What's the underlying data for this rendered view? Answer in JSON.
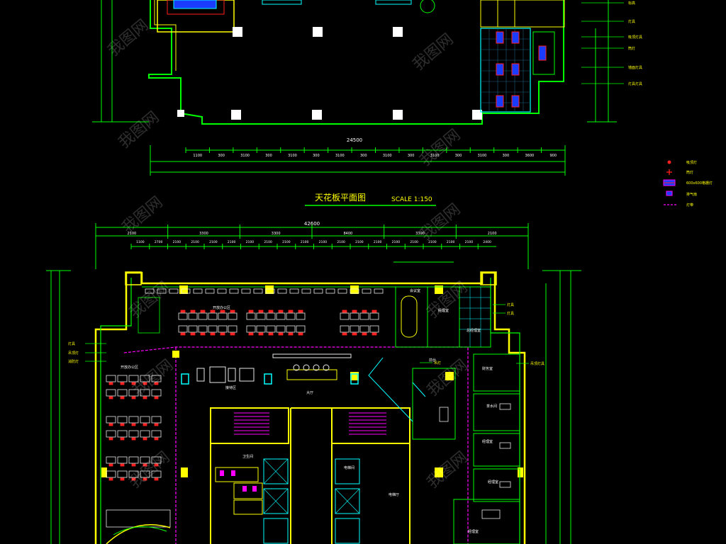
{
  "drawing": {
    "title": "天花板平面图",
    "scale_label": "SCALE  1:150",
    "watermark_text": "我图网",
    "colors": {
      "background": "#000000",
      "wall": "#00ff00",
      "wall_yellow": "#ffff00",
      "fixture": "#ff00ff",
      "accent_cyan": "#00ffff",
      "furniture": "#e8e8e8",
      "red": "#ff2020",
      "blue": "#1a3cff"
    }
  },
  "upper_plan": {
    "dimension_total": "24500",
    "dimension_row": [
      "1100",
      "300",
      "3100",
      "300",
      "3100",
      "300",
      "3100",
      "300",
      "3100",
      "300",
      "3100",
      "300",
      "3100",
      "300",
      "3600",
      "900"
    ],
    "right_labels": [
      "标高",
      "灯具",
      "吸顶灯具",
      "筒灯",
      "墙面灯具",
      "灯具灯具"
    ]
  },
  "lower_plan": {
    "dimension_total": "42600",
    "dimension_row_top": [
      "2100",
      "3300",
      "3300",
      "8400",
      "3300",
      "2100"
    ],
    "dimension_row_bottom": [
      "1100",
      "2700",
      "2100",
      "2100",
      "2100",
      "2100",
      "2100",
      "2100",
      "2100",
      "2100",
      "2100",
      "2100",
      "2100",
      "2100",
      "2100",
      "2100",
      "2100",
      "2100",
      "2100",
      "2400"
    ],
    "room_labels": [
      "开放办公区",
      "开放办公区",
      "会议室",
      "经理室",
      "接待区",
      "总经理室",
      "财务室",
      "茶水间",
      "经理室",
      "大厅",
      "卫生间",
      "电梯间",
      "电梯厅",
      "经理室",
      "经理室",
      "前台"
    ],
    "left_labels": [
      "灯具",
      "吊顶灯",
      "消防灯"
    ],
    "right_labels": [
      "灯具",
      "灯具",
      "吊顶灯具",
      "吊灯"
    ]
  },
  "legend": {
    "items": [
      {
        "icon": "red-dot-icon",
        "label": "吸顶灯"
      },
      {
        "icon": "red-cross-icon",
        "label": "筒灯"
      },
      {
        "icon": "grille-lamp-icon",
        "label": "600x600格栅灯"
      },
      {
        "icon": "exhaust-icon",
        "label": "排气扇"
      },
      {
        "icon": "dashed-line-icon",
        "label": "灯带"
      }
    ]
  }
}
